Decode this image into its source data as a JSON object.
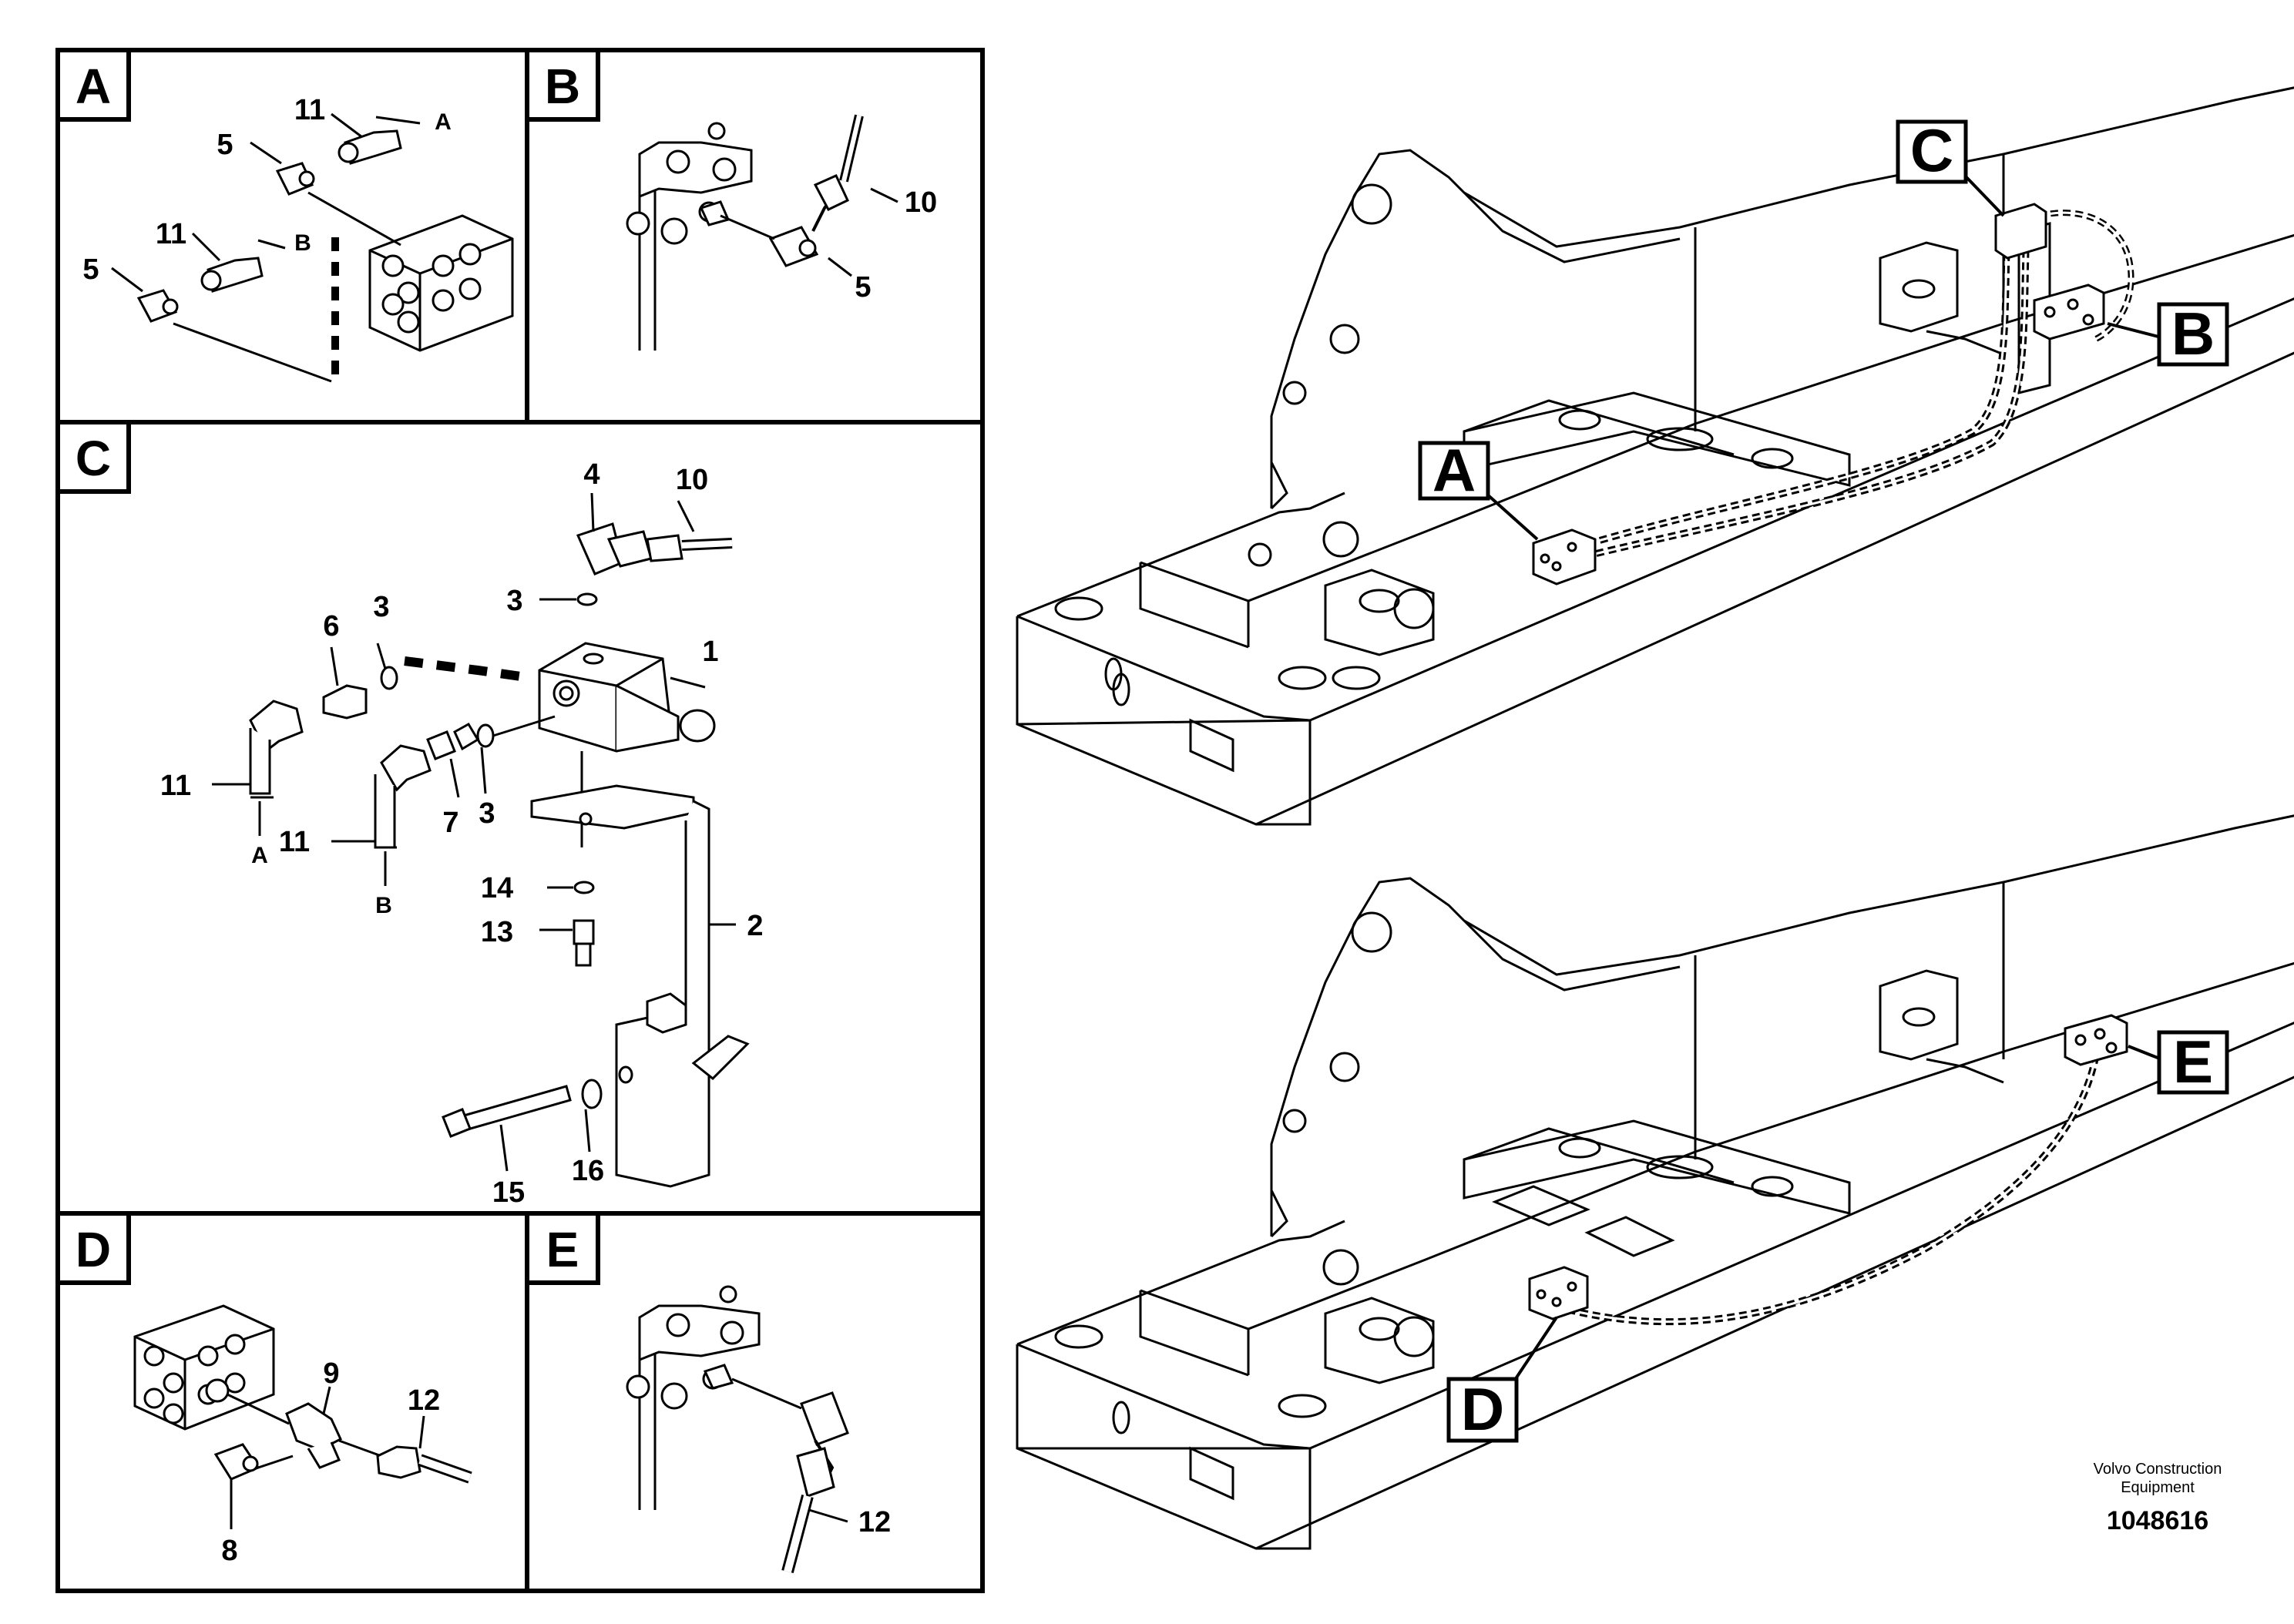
{
  "panels": {
    "A": {
      "letter": "A",
      "callouts": {
        "c11a": "11",
        "c5a": "5",
        "c11b": "11",
        "c5b": "5",
        "portA": "A",
        "portB": "B"
      }
    },
    "B": {
      "letter": "B",
      "callouts": {
        "c10": "10",
        "c5": "5"
      }
    },
    "C": {
      "letter": "C",
      "callouts": {
        "c4": "4",
        "c10": "10",
        "c3top": "3",
        "c6": "6",
        "c3a": "3",
        "c1": "1",
        "c11a": "11",
        "c11b": "11",
        "c7": "7",
        "c3b": "3",
        "portA": "A",
        "portB": "B",
        "c14": "14",
        "c13": "13",
        "c2": "2",
        "c15": "15",
        "c16": "16"
      }
    },
    "D": {
      "letter": "D",
      "callouts": {
        "c9": "9",
        "c12": "12",
        "c8": "8"
      }
    },
    "E": {
      "letter": "E",
      "callouts": {
        "c12": "12"
      }
    }
  },
  "overview": {
    "top": {
      "tagA": "A",
      "tagB": "B",
      "tagC": "C"
    },
    "bottom": {
      "tagD": "D",
      "tagE": "E"
    }
  },
  "footer": {
    "brand_line1": "Volvo Construction",
    "brand_line2": "Equipment",
    "drawing_number": "1048616"
  }
}
